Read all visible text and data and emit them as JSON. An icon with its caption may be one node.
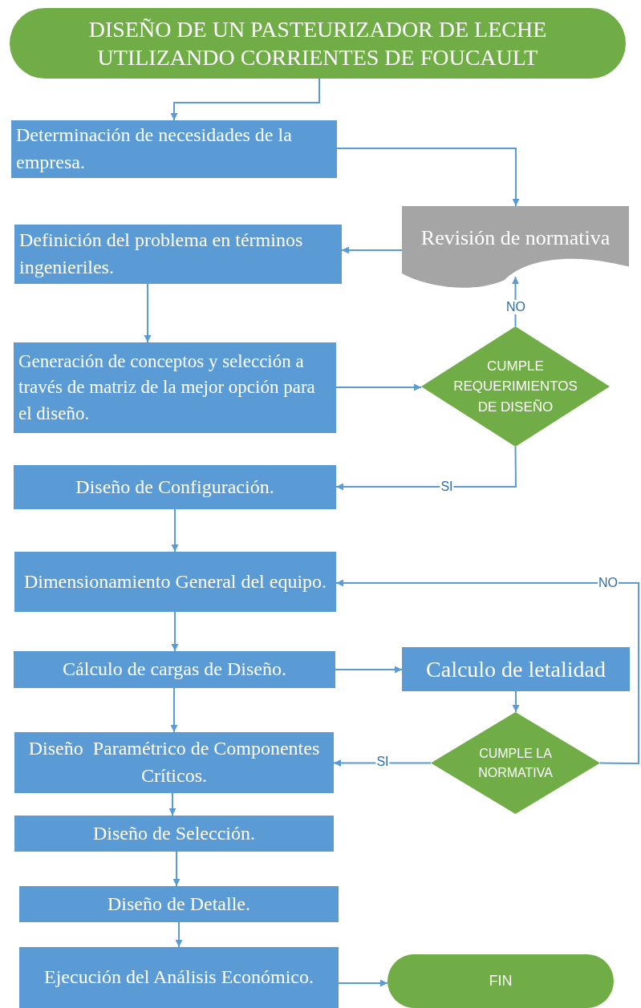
{
  "diagram": {
    "nodes": [
      {
        "text": [
          "DISEÑO DE UN PASTEURIZADOR DE LECHE UTILIZANDO CORRIENTES DE FOUCAULT"
        ]
      },
      {
        "text": [
          "Determinación de necesidades de la empresa."
        ]
      },
      {
        "text": [
          "Revisión de normativa"
        ]
      },
      {
        "text": [
          "Definición del problema en términos ingenieriles."
        ]
      },
      {
        "text": [
          "Generación de conceptos y selección a través de matriz de la mejor opción para el diseño."
        ]
      },
      {
        "text": [
          "CUMPLE REQUERIMIENTOS DE DISEÑO"
        ]
      },
      {
        "text": [
          "Diseño de Configuración."
        ]
      },
      {
        "text": [
          "Dimensionamiento General del equipo."
        ]
      },
      {
        "text": [
          "Cálculo de cargas de Diseño."
        ]
      },
      {
        "text": [
          "Calculo de letalidad"
        ]
      },
      {
        "text": [
          "CUMPLE LA NORMATIVA"
        ]
      },
      {
        "text": [
          "Diseño  Paramétrico de Componentes  Críticos."
        ]
      },
      {
        "text": [
          "Diseño de Selección."
        ]
      },
      {
        "text": [
          "Diseño de Detalle."
        ]
      },
      {
        "text": [
          "Ejecución del Análisis Económico."
        ]
      },
      {
        "text": [
          "FIN"
        ]
      }
    ],
    "edges": [
      {
        "from": 0,
        "to": 1,
        "arrow": "to"
      },
      {
        "from": 1,
        "to": 2,
        "arrow": "to"
      },
      {
        "from": 2,
        "to": 3,
        "arrow": "to"
      },
      {
        "from": 3,
        "to": 4,
        "arrow": "to"
      },
      {
        "from": 4,
        "to": 5,
        "arrow": "to"
      },
      {
        "from": 5,
        "to": 2,
        "arrow": "to",
        "label": "NO"
      },
      {
        "from": 5,
        "to": 6,
        "arrow": "to",
        "label": "SI"
      },
      {
        "from": 6,
        "to": 7,
        "arrow": "to"
      },
      {
        "from": 7,
        "to": 8,
        "arrow": "to"
      },
      {
        "from": 8,
        "to": 9,
        "arrow": "to"
      },
      {
        "from": 9,
        "to": 10,
        "arrow": "to"
      },
      {
        "from": 10,
        "to": 11,
        "arrow": "to",
        "label": "SI"
      },
      {
        "from": 10,
        "to": 7,
        "arrow": "to",
        "label": "NO"
      },
      {
        "from": 8,
        "to": 11,
        "arrow": "to"
      },
      {
        "from": 11,
        "to": 12,
        "arrow": "to"
      },
      {
        "from": 12,
        "to": 13,
        "arrow": "to"
      },
      {
        "from": 13,
        "to": 14,
        "arrow": "to"
      },
      {
        "from": 14,
        "to": 15,
        "arrow": "to"
      }
    ]
  }
}
